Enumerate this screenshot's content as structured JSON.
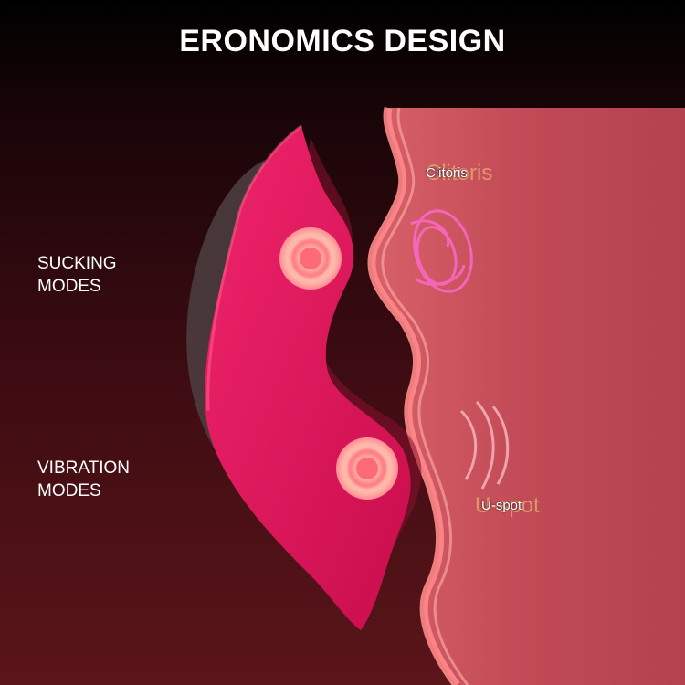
{
  "title": "ERONOMICS DESIGN",
  "labels": {
    "sucking": [
      "SUCKING",
      "MODES"
    ],
    "vibration": [
      "VIBRATION",
      "MODES"
    ]
  },
  "anatomy": {
    "clitoris": "Clitoris",
    "uspot": "U-spot"
  },
  "colors": {
    "device": "#e4115a",
    "body": "#c0474f",
    "outline": "#ff8a8a",
    "pulse": "#ff9a8a"
  }
}
